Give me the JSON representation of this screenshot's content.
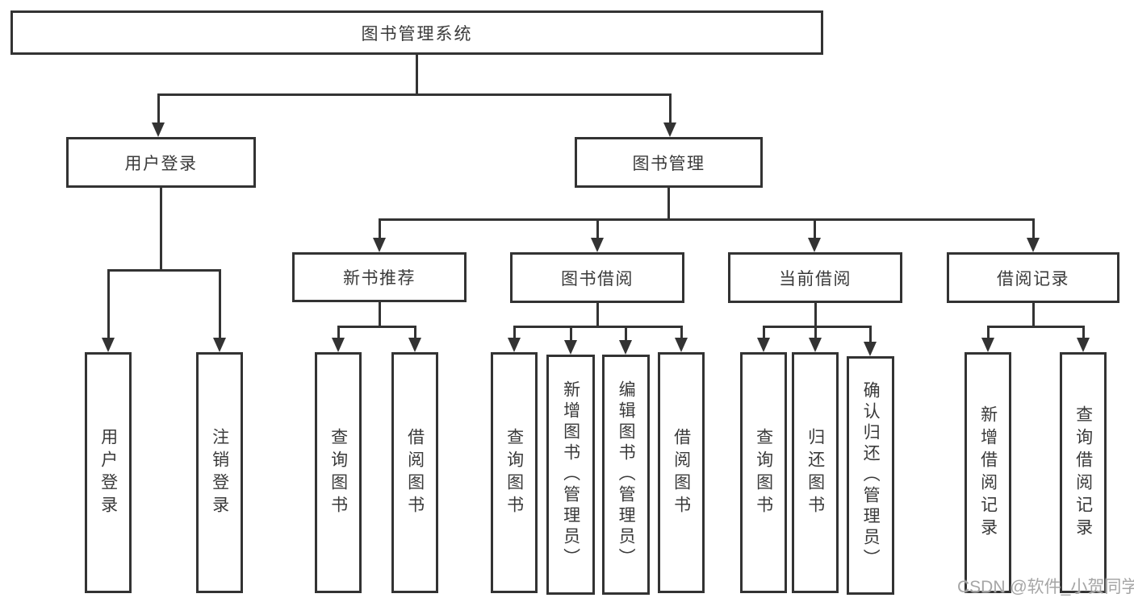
{
  "diagram": {
    "root": {
      "label": "图书管理系统"
    },
    "level2": [
      {
        "label": "用户登录"
      },
      {
        "label": "图书管理"
      }
    ],
    "level3": [
      {
        "label": "新书推荐"
      },
      {
        "label": "图书借阅"
      },
      {
        "label": "当前借阅"
      },
      {
        "label": "借阅记录"
      }
    ],
    "leaves": [
      {
        "label": "用户登录"
      },
      {
        "label": "注销登录"
      },
      {
        "label": "查询图书"
      },
      {
        "label": "借阅图书"
      },
      {
        "label": "查询图书"
      },
      {
        "label": "新增图书（管理员）"
      },
      {
        "label": "编辑图书（管理员）"
      },
      {
        "label": "借阅图书"
      },
      {
        "label": "查询图书"
      },
      {
        "label": "归还图书"
      },
      {
        "label": "确认归还（管理员）"
      },
      {
        "label": "新增借阅记录"
      },
      {
        "label": "查询借阅记录"
      }
    ]
  },
  "watermark": {
    "text": "CSDN @软件_小贺同学"
  },
  "colors": {
    "line": "#333333",
    "text": "#3a3a3a",
    "background": "#ffffff",
    "watermark": "#a6a6a6"
  }
}
